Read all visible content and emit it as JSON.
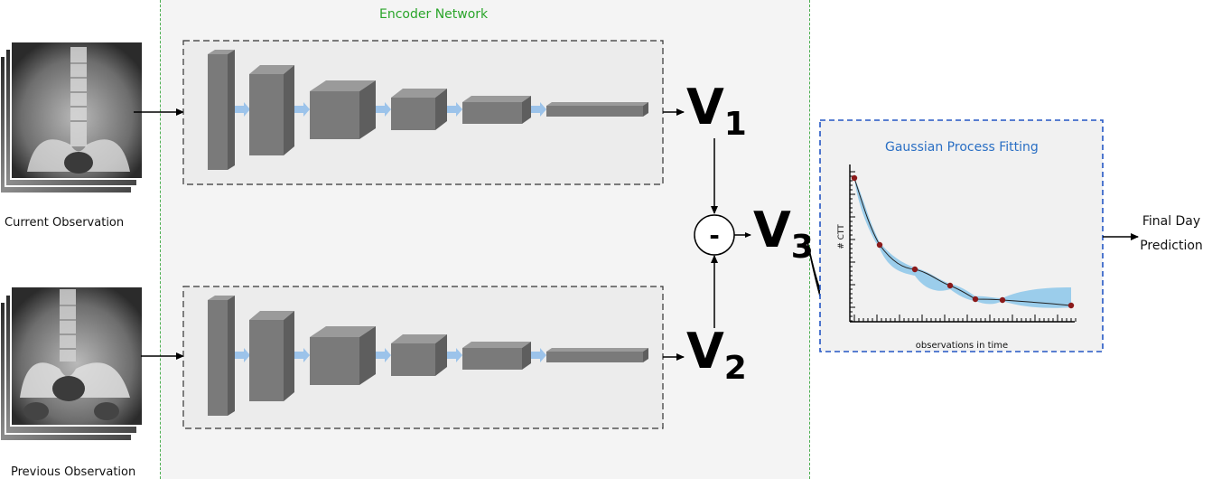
{
  "encoder": {
    "title": "Encoder Network"
  },
  "inputs": {
    "current_caption": "Current Observation",
    "previous_caption": "Previous Observation"
  },
  "vectors": {
    "v1": {
      "letter": "V",
      "index": "1"
    },
    "v2": {
      "letter": "V",
      "index": "2"
    },
    "v3": {
      "letter": "V",
      "index": "3"
    },
    "operator": "-"
  },
  "gp": {
    "title": "Gaussian Process Fitting",
    "xlabel": "observations in time",
    "ylabel": "# CTT"
  },
  "output": {
    "line1": "Final Day",
    "line2": "Prediction"
  },
  "colors": {
    "encoder_border": "#4caf50",
    "gp_border": "#2456c4",
    "block_face": "#7a7a7a",
    "connector": "#9cc3ea",
    "band": "#7ec0e8",
    "point": "#8b1a1a"
  }
}
